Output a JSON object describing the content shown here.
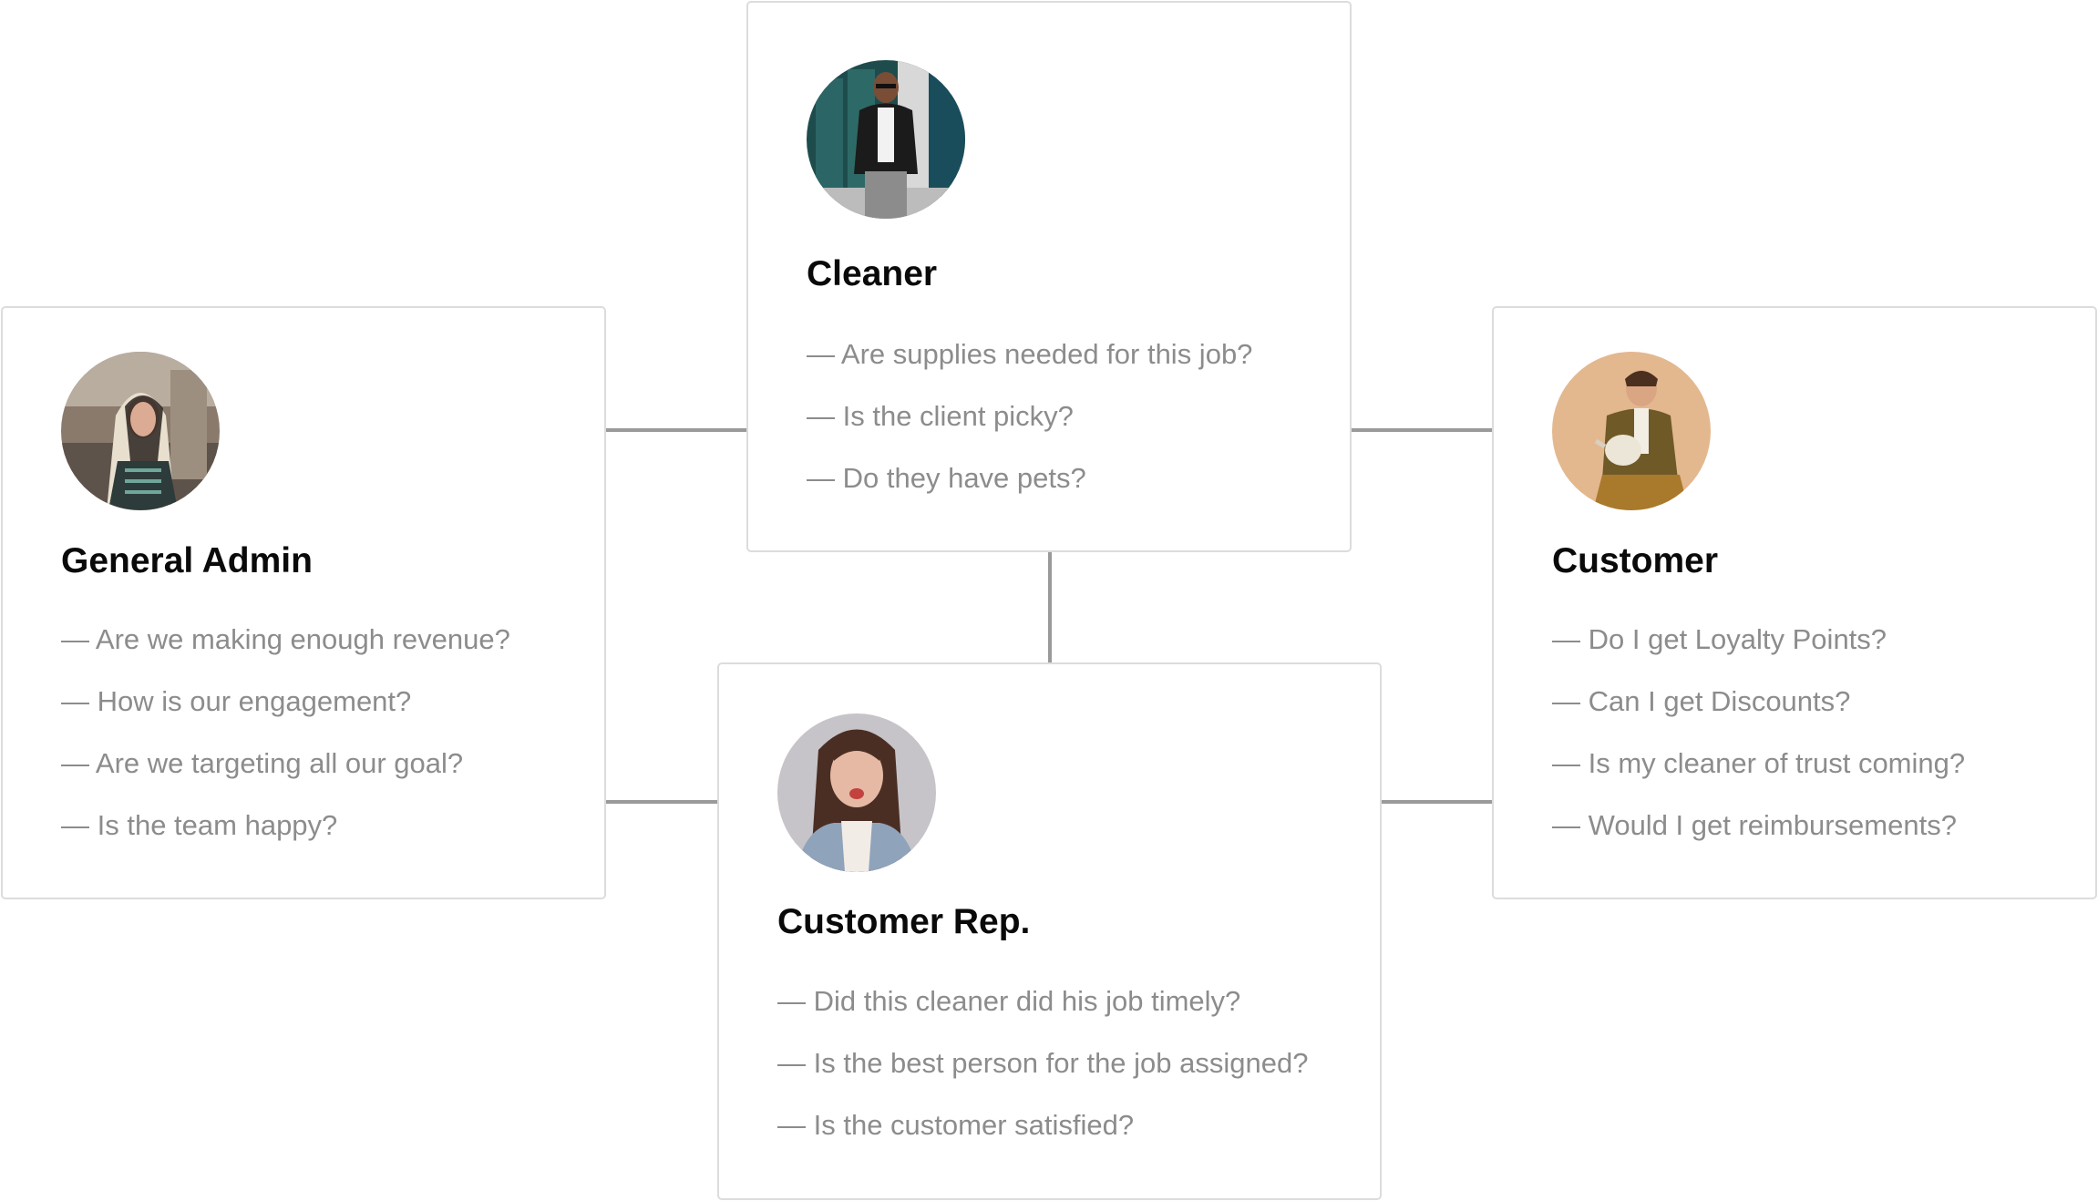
{
  "cards": {
    "admin": {
      "title": "General Admin",
      "avatar_icon": "woman-portrait-photo",
      "questions": [
        "Are we making enough revenue?",
        "How is our engagement?",
        "Are we targeting all our goal?",
        "Is the team happy?"
      ]
    },
    "cleaner": {
      "title": "Cleaner",
      "avatar_icon": "man-leather-jacket-photo",
      "questions": [
        "Are supplies needed for this job?",
        "Is the client picky?",
        "Do they have pets?"
      ]
    },
    "customer": {
      "title": "Customer",
      "avatar_icon": "man-with-teapot-photo",
      "questions": [
        "Do I get Loyalty Points?",
        "Can I get Discounts?",
        "Is my cleaner of trust coming?",
        "Would I get reimbursements?"
      ]
    },
    "rep": {
      "title": "Customer Rep.",
      "avatar_icon": "woman-pouting-photo",
      "questions": [
        "Did this cleaner did his job timely?",
        "Is the best person for the job assigned?",
        "Is the customer satisfied?"
      ]
    }
  },
  "colors": {
    "connector": "#9a9a9a",
    "card_border": "#dcdcdc",
    "title": "#0a0a0a",
    "question_text": "#8c8c8c"
  }
}
